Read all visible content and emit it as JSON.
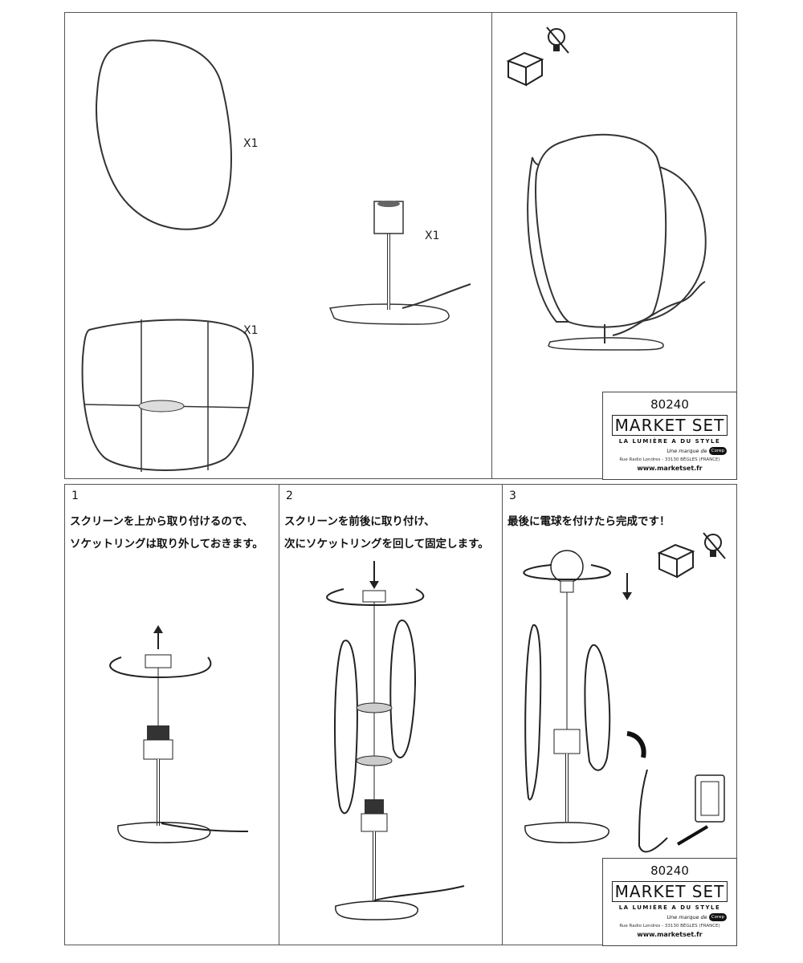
{
  "parts": {
    "screen_front_qty": "X1",
    "screen_back_qty": "X1",
    "base_qty": "X1"
  },
  "steps": [
    {
      "number": "1",
      "line1": "スクリーンを上から取り付けるので、",
      "line2": "ソケットリングは取り外しておきます。"
    },
    {
      "number": "2",
      "line1": "スクリーンを前後に取り付け、",
      "line2": "次にソケットリングを回して固定します。"
    },
    {
      "number": "3",
      "line1": "最後に電球を付けたら完成です！",
      "line2": ""
    }
  ],
  "logo": {
    "code": "80240",
    "brand": "MARKET SET",
    "tagline": "LA LUMIÈRE A DU STYLE",
    "maker": "Une marque de",
    "maker_badge": "Corep",
    "address": "Rue Radio Londres - 33130 BÈGLES (FRANCE)",
    "url": "www.marketset.fr"
  },
  "icons": [
    "box-icon",
    "no-bulb-included-icon"
  ]
}
